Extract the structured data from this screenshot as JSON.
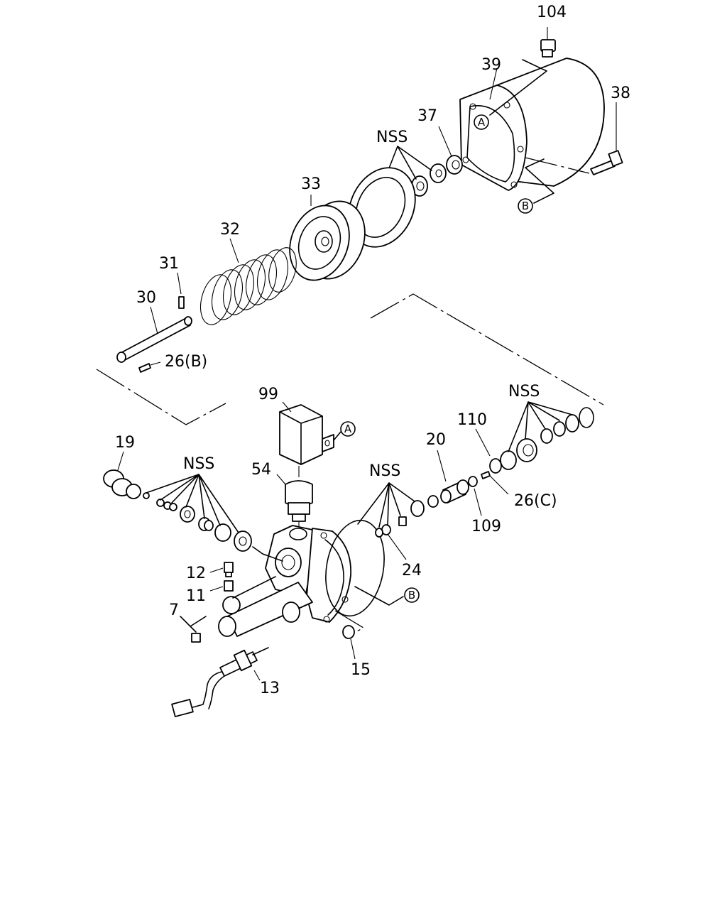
{
  "labels": {
    "p104": "104",
    "p39": "39",
    "p38": "38",
    "p37": "37",
    "nss_top": "NSS",
    "p33": "33",
    "p32": "32",
    "p31": "31",
    "p30": "30",
    "p26b": "26(B)",
    "p99": "99",
    "p19": "19",
    "nss_left": "NSS",
    "p54": "54",
    "nss_mid": "NSS",
    "p20": "20",
    "p110": "110",
    "nss_right": "NSS",
    "p26c": "26(C)",
    "p109": "109",
    "p24": "24",
    "p12": "12",
    "p11": "11",
    "p7": "7",
    "p15": "15",
    "p13": "13"
  },
  "refs": {
    "a_top": "A",
    "b_top": "B",
    "a_mid": "A",
    "b_mid": "B"
  }
}
